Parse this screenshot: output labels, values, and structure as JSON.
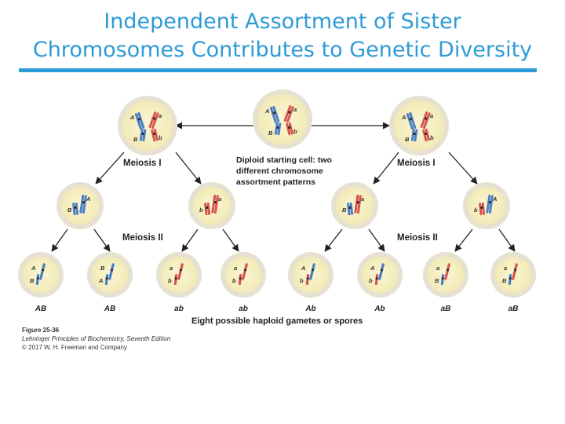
{
  "title": {
    "line1": "Independent Assortment of Sister",
    "line2": "Chromosomes Contributes to Genetic Diversity"
  },
  "labels": {
    "meiosis_i_left": "Meiosis I",
    "meiosis_i_right": "Meiosis I",
    "meiosis_ii_left": "Meiosis II",
    "meiosis_ii_right": "Meiosis II",
    "diploid_line1": "Diploid starting cell: two",
    "diploid_line2": "different chromosome",
    "diploid_line3": "assortment patterns",
    "gametes": "Eight possible haploid gametes or spores"
  },
  "allele_labels": {
    "A": "A",
    "a": "a",
    "B": "B",
    "b": "b"
  },
  "gametes": [
    "AB",
    "AB",
    "ab",
    "ab",
    "Ab",
    "Ab",
    "aB",
    "aB"
  ],
  "caption": {
    "figure": "Figure 25-36",
    "book": "Lehninger Principles of Biochemistry, Seventh Edition",
    "copyright": "© 2017 W. H. Freeman and Company"
  },
  "colors": {
    "title": "#2e9bd6",
    "cell_fill": "#f8f1c8",
    "cell_rim": "#e6e1d0",
    "chromosome_blue": "#4a7fc3",
    "chromosome_red": "#d9534f"
  }
}
